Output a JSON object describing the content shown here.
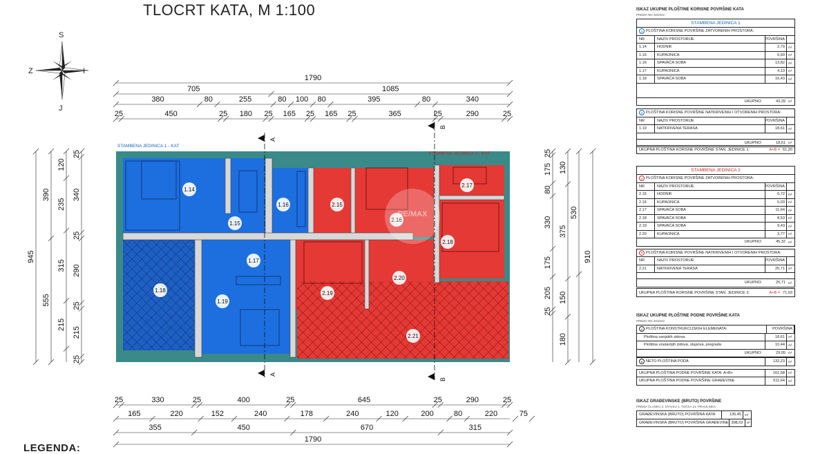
{
  "title": "TLOCRT KATA, M 1:100",
  "compass": {
    "n": "S",
    "s": "J",
    "w": "Z",
    "e": "I"
  },
  "legend": "LEGENDA:",
  "units": {
    "label_1": "STAMBENA JEDINICA 1 - KAT",
    "label_2": "STAMBENA JEDINICA 2 - KAT"
  },
  "section_marks": {
    "a": "A",
    "b": "B"
  },
  "watermark": "RE/MAX",
  "rooms": [
    "1.14",
    "1.15",
    "1.16",
    "1.17",
    "1.18",
    "1.19",
    "2.15",
    "2.16",
    "2.17",
    "2.18",
    "2.19",
    "2.20",
    "2.21"
  ],
  "dims_top": {
    "total": "1790",
    "row2": [
      "705",
      "1085"
    ],
    "row3": [
      "380",
      "80",
      "255",
      "80",
      "100",
      "80",
      "395",
      "80",
      "340"
    ],
    "row4": [
      "25",
      "450",
      "25",
      "180",
      "25",
      "165",
      "25",
      "165",
      "25",
      "365",
      "25",
      "290",
      "25"
    ]
  },
  "dims_bottom": {
    "row1": [
      "25",
      "330",
      "25",
      "400",
      "25",
      "645",
      "25",
      "290",
      "25"
    ],
    "row2": [
      "165",
      "220",
      "152",
      "240",
      "178",
      "240",
      "120",
      "200",
      "80",
      "220",
      "75"
    ],
    "row3": [
      "355",
      "450",
      "670",
      "315"
    ],
    "total": "1790"
  },
  "dims_left": {
    "total": "945",
    "row2": [
      "390",
      "555"
    ],
    "row3": [
      "120",
      "235",
      "315",
      "215"
    ],
    "row4": [
      "25",
      "340",
      "25",
      "290",
      "25",
      "215",
      "25"
    ]
  },
  "dims_right": {
    "total": "910",
    "row2": [
      "530"
    ],
    "row3": [
      "130",
      "375",
      "150",
      "180"
    ],
    "row4": [
      "25",
      "175",
      "80",
      "330",
      "175",
      "205",
      "25"
    ]
  },
  "table_main": {
    "title": "ISKAZ UKUPNE PLOŠTINE KORISNE POVRŠINE KATA",
    "subtitle": "PREMA NN 40/2022",
    "unit1": {
      "head": "STAMBENA JEDINICA 1",
      "sec_a": "PLOŠTINA KORISNE POVRŠINE ZATVORENIH PROSTORA:",
      "cols": [
        "NR",
        "NAZIV PROSTORIJE",
        "POVRŠINA"
      ],
      "rows": [
        [
          "1.14",
          "HODNIK",
          "2,79"
        ],
        [
          "1.15",
          "KUPAONICA",
          "6,60"
        ],
        [
          "1.16",
          "SPAVAĆA SOBA",
          "13,82"
        ],
        [
          "1.17",
          "KUPAONICA",
          "4,13"
        ],
        [
          "1.18",
          "SPAVAĆA SOBA",
          "16,43"
        ]
      ],
      "sum_a": [
        "UKUPNO:",
        "43,39"
      ],
      "sec_b": "PLOŠTINA KORISNE POVRŠINE NATKRIVENIH I OTVORENIH PROSTORA:",
      "rows_b": [
        [
          "1.19",
          "NATKRIVENA TERASA",
          "18,61"
        ]
      ],
      "sum_b": [
        "UKUPNO:",
        "18,61"
      ],
      "total": [
        "UKUPNA PLOŠTINA KORISNE POVRŠINE STAN. JEDINICE 1:",
        "A+B =",
        "61,20"
      ]
    },
    "unit2": {
      "head": "STAMBENA JEDINICA 2",
      "sec_a": "PLOŠTINA KORISNE POVRŠINE ZATVORENIH PROSTORA:",
      "cols": [
        "NR",
        "NAZIV PROSTORIJE",
        "POVRŠINA"
      ],
      "rows": [
        [
          "2.15",
          "HODNIK",
          "6,72"
        ],
        [
          "2.16",
          "KUPAONICA",
          "5,03"
        ],
        [
          "2.17",
          "SPAVAĆA SOBA",
          "11,64"
        ],
        [
          "2.18",
          "SPAVAĆA SOBA",
          "8,53"
        ],
        [
          "2.19",
          "SPAVAĆA SOBA",
          "9,43"
        ],
        [
          "2.20",
          "KUPAONICA",
          "3,77"
        ]
      ],
      "sum_a": [
        "UKUPNO:",
        "45,32"
      ],
      "sec_b": "PLOŠTINA KORISNE POVRŠINE NATKRIVENIH I OTVORENIH PROSTORA:",
      "rows_b": [
        [
          "2.21",
          "NATKRIVENA TERASA",
          "25,71"
        ]
      ],
      "sum_b": [
        "UKUPNO:",
        "25,71"
      ],
      "total": [
        "UKUPNA PLOŠTINA KORISNE POVRŠINE STAN. JEDINICE 2:",
        "A+B =",
        "71,03"
      ]
    },
    "unit_sym": "m²"
  },
  "table_floor": {
    "title": "ISKAZ UKUPNE PLOŠTINE PODNE POVRŠINE KATA",
    "subtitle": "PREMA NN 40/2022",
    "sec": "PLOŠTINA KONSTRUKCIJSKIH ELEMENATA:",
    "sec_val": "POVRŠINA",
    "rows": [
      [
        "Ploština vanjskih zidova",
        "18,61"
      ],
      [
        "Ploština unutarnjih zidova, stupova, pregrada",
        "10,44"
      ]
    ],
    "sum": [
      "UKUPNO:",
      "29,05"
    ],
    "neto": [
      "NETO PLOŠTINA PODA",
      "132,23"
    ],
    "tot1": [
      "UKUPNA PLOŠTINA PODNE POVRŠINE KATA: A+B+",
      "161,58"
    ],
    "tot2": [
      "UKUPNA PLOŠTINA PODNE POVRŠINE GRAĐEVINE",
      "511,64"
    ]
  },
  "table_gross": {
    "title": "ISKAZ GRAĐEVINSKE (BRUTO) POVRŠINE",
    "subtitle": "PREMA ČLANKU 3. STAVKU 1. TOČKA 14. PRAVILNIKA",
    "rows": [
      [
        "GRAĐEVINSKA (BRUTO) POVRŠINA KATA",
        "135,45"
      ],
      [
        "GRAĐEVINSKA (BRUTO) POVRŠINA GRAĐEVINE",
        "398,02"
      ]
    ]
  }
}
